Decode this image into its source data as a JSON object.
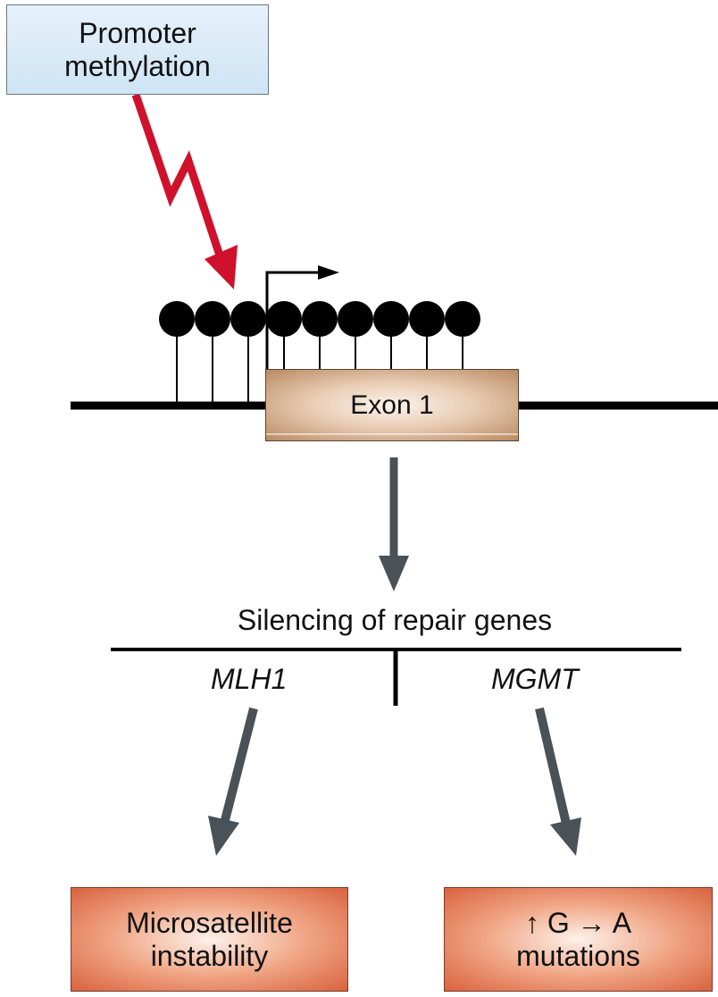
{
  "promoter_box": {
    "line1": "Promoter",
    "line2": "methylation"
  },
  "exon": {
    "label": "Exon 1"
  },
  "silencing": {
    "label": "Silencing of repair genes"
  },
  "genes": {
    "left": "MLH1",
    "right": "MGMT"
  },
  "outcomes": {
    "left": {
      "line1": "Microsatellite",
      "line2": "instability"
    },
    "right": {
      "line1": "↑ G → A",
      "line2": "mutations"
    }
  },
  "methyl_group_count": 9,
  "colors": {
    "red_arrow": "#d0112b",
    "gray_arrow": "#4a5157",
    "promoter_fill": "#d6e8f6",
    "exon_fill": "#c89a72",
    "outcome_fill": "#e6835d",
    "line": "#000000"
  }
}
